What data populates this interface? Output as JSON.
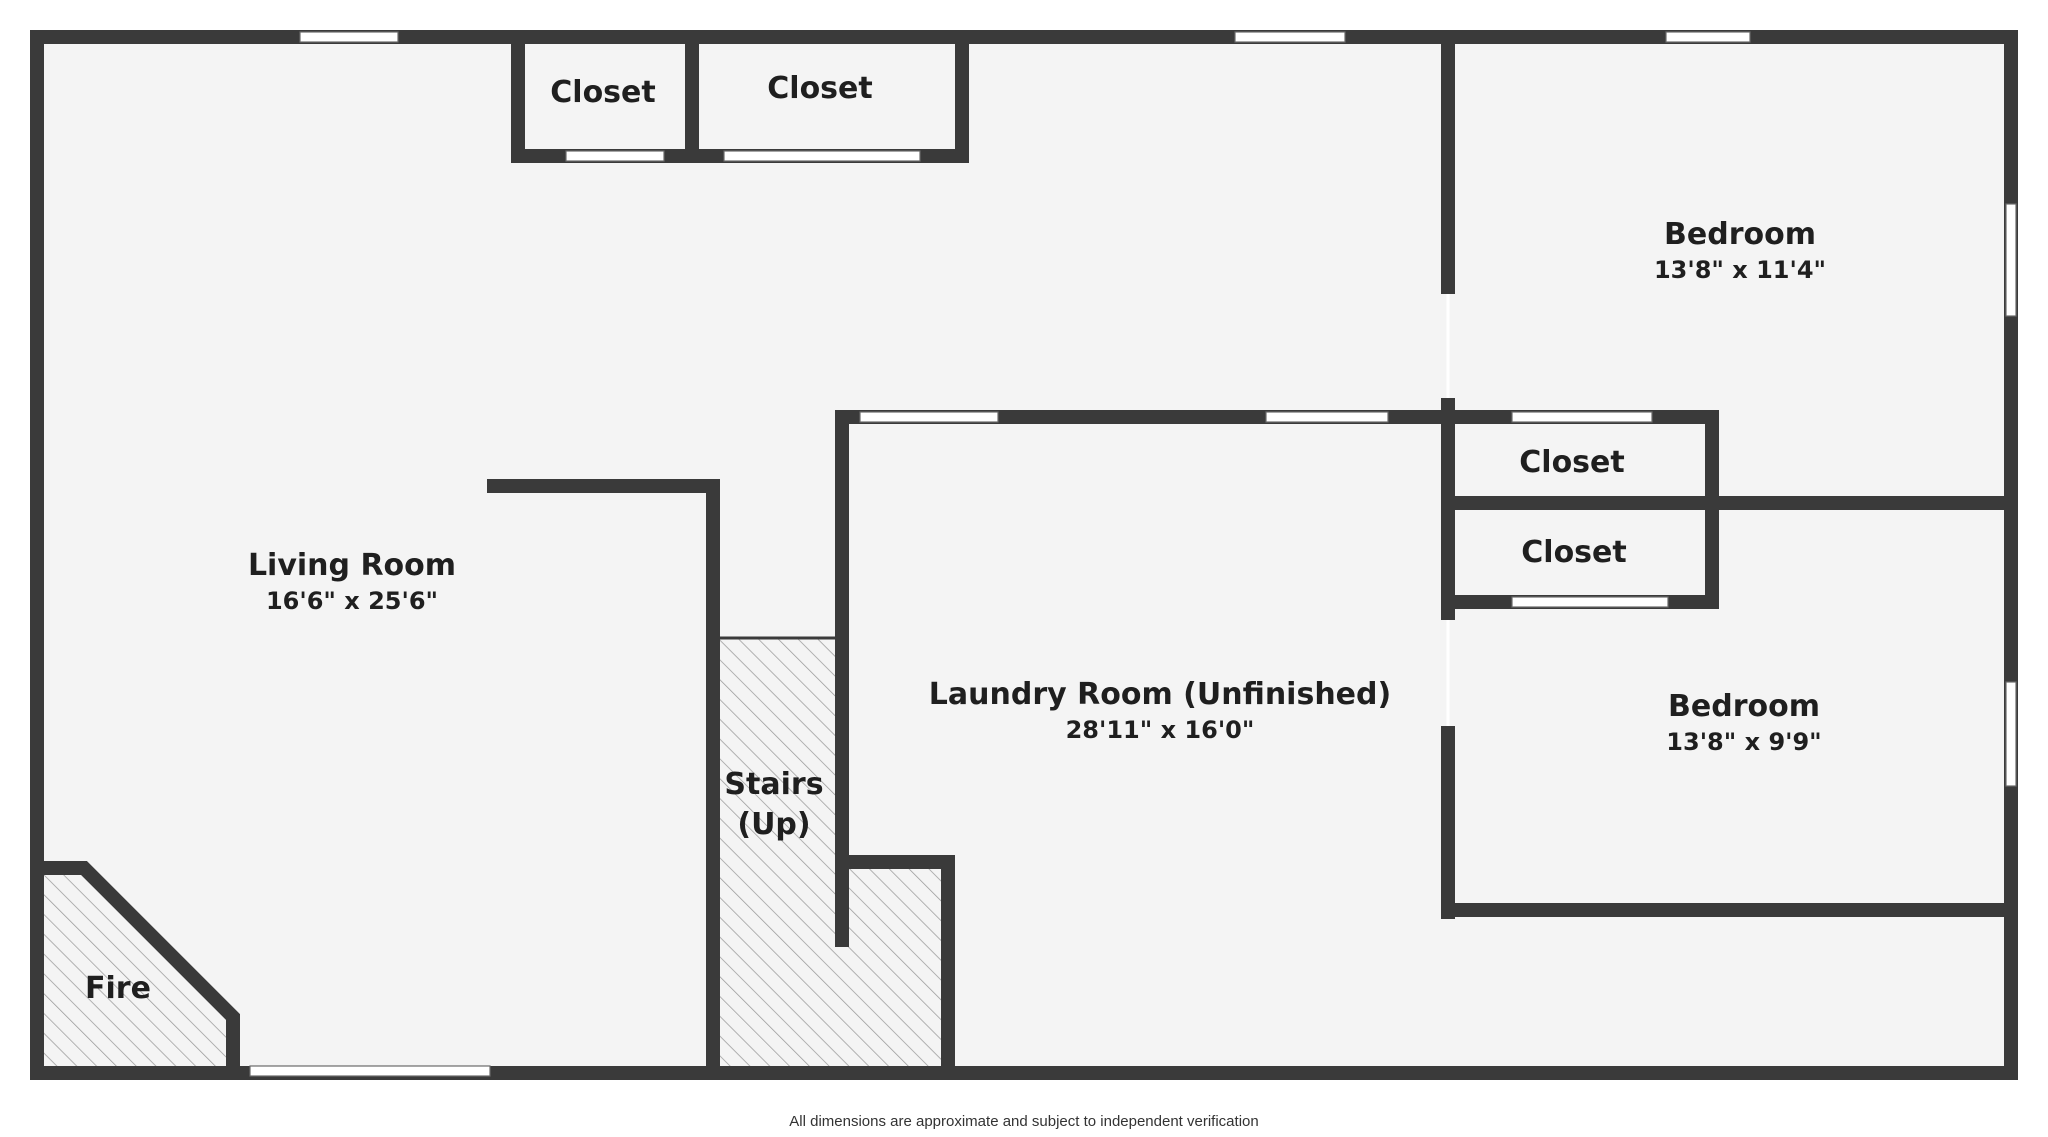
{
  "rooms": {
    "living_room": {
      "name": "Living Room",
      "dims": "16'6\" x 25'6\""
    },
    "laundry_room": {
      "name": "Laundry Room (Unfinished)",
      "dims": "28'11\" x 16'0\""
    },
    "bedroom_upper": {
      "name": "Bedroom",
      "dims": "13'8\" x 11'4\""
    },
    "bedroom_lower": {
      "name": "Bedroom",
      "dims": "13'8\" x 9'9\""
    }
  },
  "closets": {
    "top_left": "Closet",
    "top_right": "Closet",
    "bedroom_upper": "Closet",
    "bedroom_lower": "Closet"
  },
  "features": {
    "stairs_line1": "Stairs",
    "stairs_line2": "(Up)",
    "fireplace": "Fire"
  },
  "footer": {
    "disclaimer": "All dimensions are approximate and subject to independent verification"
  },
  "colors": {
    "wall": "#3a3a3a",
    "floor": "#f4f4f4",
    "background": "#ffffff",
    "hatch": "#9a9a9a",
    "window": "#ffffff"
  }
}
